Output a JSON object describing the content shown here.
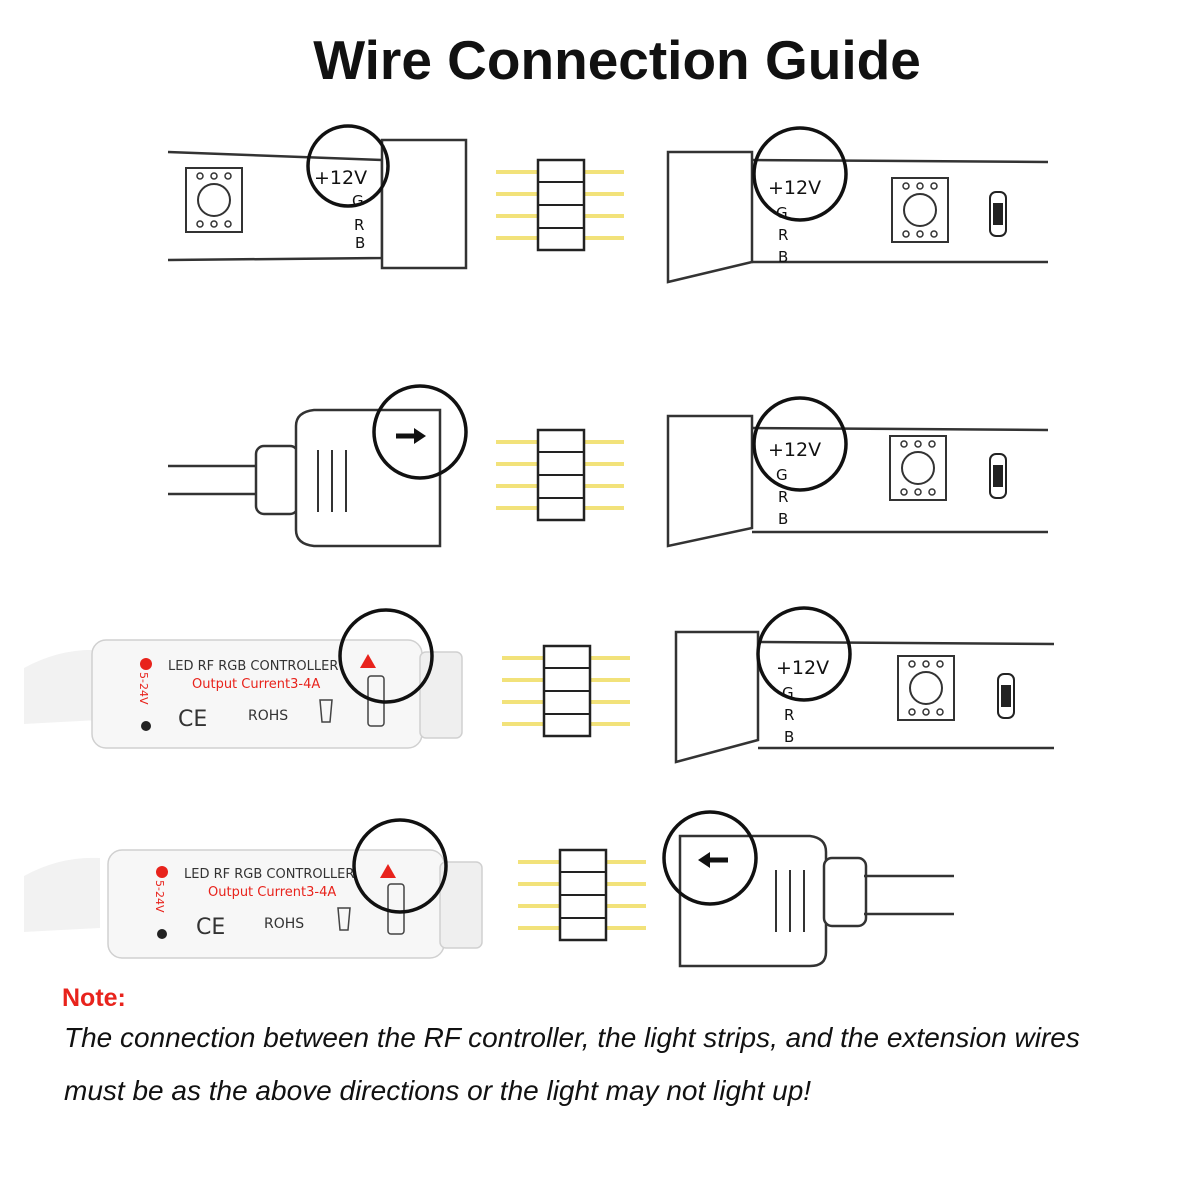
{
  "title": "Wire Connection Guide",
  "strip": {
    "voltage": "+12V",
    "pin_g": "G",
    "pin_r": "R",
    "pin_b": "B"
  },
  "controller": {
    "name": "LED RF RGB CONTROLLER",
    "output": "Output Current3-4A",
    "cert_ce": "CE",
    "cert_rohs": "ROHS",
    "voltage_range": "5-24V"
  },
  "note": {
    "label": "Note:",
    "line1": "The connection between the RF controller, the light strips, and the extension wires",
    "line2": "must be as the above directions or the light may not light up!"
  },
  "colors": {
    "pin_gold": "#f2e27a",
    "circle": "#111111",
    "note_red": "#e8231c",
    "controller_red": "#e8231c"
  }
}
